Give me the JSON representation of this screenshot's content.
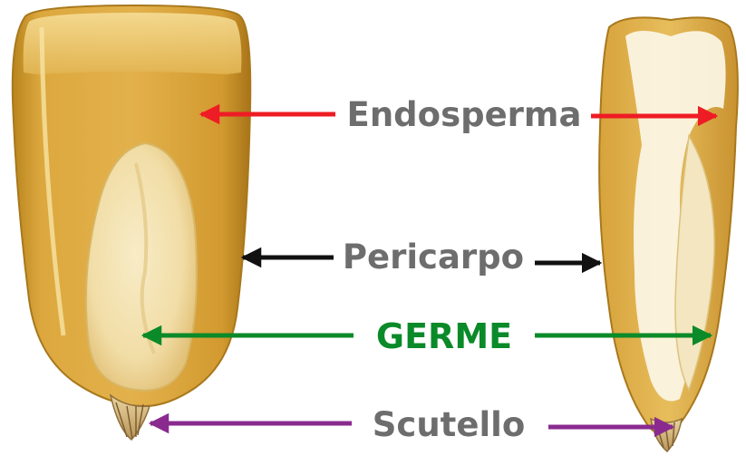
{
  "labels": {
    "endosperm": "Endosperma",
    "pericarp": "Pericarpo",
    "germ": "GERME",
    "scutellum": "Scutello"
  },
  "colors": {
    "endosperm_arrow": "#ee1c24",
    "pericarp_arrow": "#111111",
    "germ_arrow": "#0a8a28",
    "scutellum_arrow": "#8a2a8f",
    "label_gray": "#6d6d6d",
    "germ_label": "#0a8a28"
  }
}
